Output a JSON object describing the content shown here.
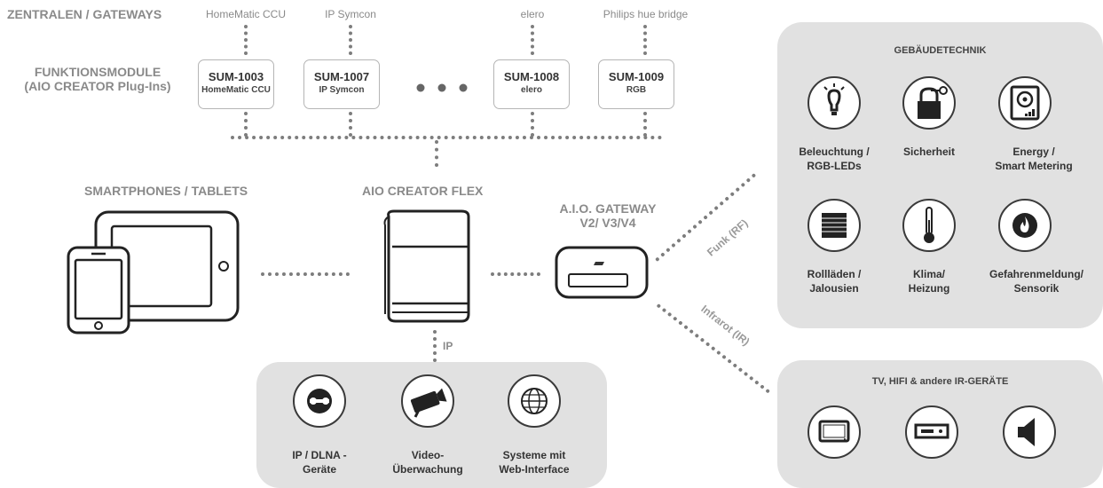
{
  "header": {
    "gateways_title": "ZENTRALEN / GATEWAYS",
    "modules_title_line1": "FUNKTIONSMODULE",
    "modules_title_line2": "(AIO CREATOR Plug-Ins)",
    "smartphones_title": "SMARTPHONES / TABLETS",
    "creator_title": "AIO CREATOR FLEX",
    "gateway_title_line1": "A.I.O. GATEWAY",
    "gateway_title_line2": "V2/ V3/V4"
  },
  "sources": [
    {
      "label": "HomeMatic CCU"
    },
    {
      "label": "IP Symcon"
    },
    {
      "label": "elero"
    },
    {
      "label": "Philips hue bridge"
    }
  ],
  "modules": [
    {
      "code": "SUM-1003",
      "name": "HomeMatic CCU"
    },
    {
      "code": "SUM-1007",
      "name": "IP Symcon"
    },
    {
      "code": "SUM-1008",
      "name": "elero"
    },
    {
      "code": "SUM-1009",
      "name": "RGB"
    }
  ],
  "links": {
    "ip": "IP",
    "rf": "Funk (RF)",
    "ir": "Infrarot (IR)"
  },
  "ip_panel": {
    "items": [
      {
        "icon": "dlna-icon",
        "line1": "IP / DLNA -",
        "line2": "Geräte"
      },
      {
        "icon": "camera-icon",
        "line1": "Video-",
        "line2": "Überwachung"
      },
      {
        "icon": "globe-icon",
        "line1": "Systeme mit",
        "line2": "Web-Interface"
      }
    ]
  },
  "building_panel": {
    "title": "GEBÄUDETECHNIK",
    "items": [
      {
        "icon": "light-bulb-icon",
        "line1": "Beleuchtung /",
        "line2": "RGB-LEDs"
      },
      {
        "icon": "lock-icon",
        "line1": "Sicherheit",
        "line2": ""
      },
      {
        "icon": "energy-meter-icon",
        "line1": "Energy /",
        "line2": "Smart Metering"
      },
      {
        "icon": "shutter-icon",
        "line1": "Rollläden /",
        "line2": "Jalousien"
      },
      {
        "icon": "thermometer-icon",
        "line1": "Klima/",
        "line2": "Heizung"
      },
      {
        "icon": "fire-alarm-icon",
        "line1": "Gefahrenmeldung/",
        "line2": "Sensorik"
      }
    ]
  },
  "ir_panel": {
    "title": "TV, HIFI & andere IR-GERÄTE",
    "items": [
      {
        "icon": "tv-icon"
      },
      {
        "icon": "hifi-receiver-icon"
      },
      {
        "icon": "speaker-icon"
      }
    ]
  }
}
